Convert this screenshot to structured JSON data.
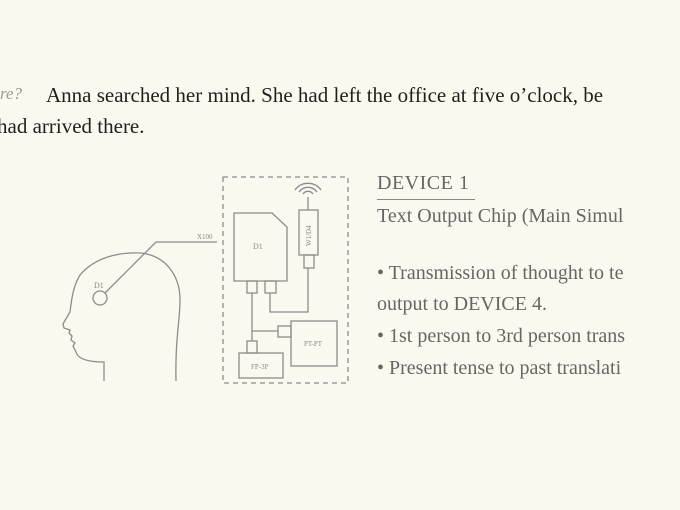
{
  "story": {
    "margin_note": "re?",
    "line1": "Anna searched her mind. She had left the office at five o’clock, be",
    "line2": "had arrived there."
  },
  "diagram": {
    "head_label": "D1",
    "link_label": "X100",
    "chip_label": "D1",
    "antenna_label": "W1/D4",
    "box1_label": "PT-PT",
    "box2_label": "FP-3P",
    "line_color": "#8c8c8c"
  },
  "device": {
    "title": "DEVICE 1",
    "subtitle": "Text Output Chip (Main Simul",
    "bullets": [
      "• Transmission of thought to te",
      "output to DEVICE 4.",
      "• 1st person to 3rd person trans",
      "• Present tense to past translati"
    ]
  }
}
